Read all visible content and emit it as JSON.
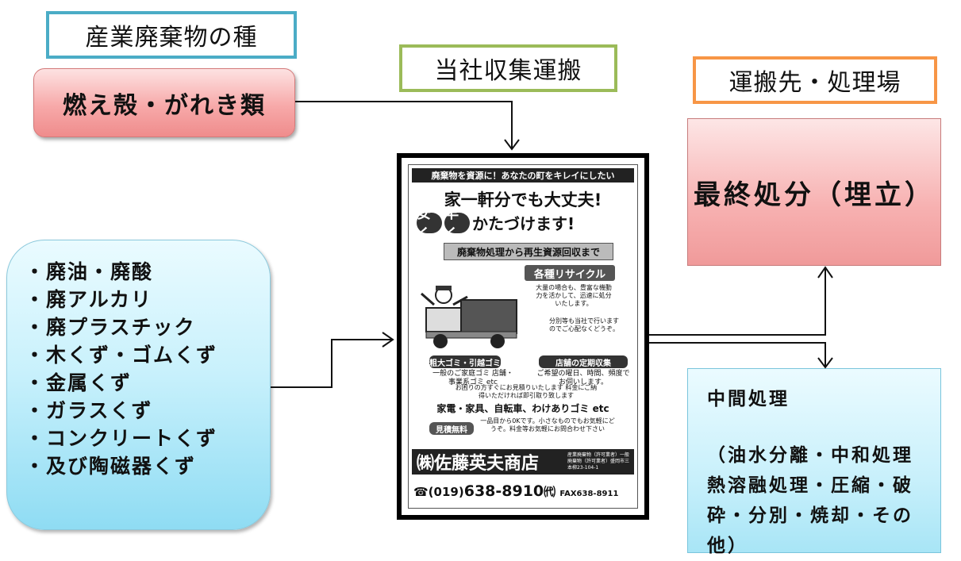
{
  "headers": {
    "waste_types": "産業廃棄物の種",
    "collection": "当社収集運搬",
    "destination": "運搬先・処理場"
  },
  "ash_box": "燃え殻・がれき類",
  "waste_list": [
    "・廃油・廃酸",
    "・廃アルカリ",
    "・廃プラスチック",
    "・木くず・ゴムくず",
    "・金属くず",
    "・ガラスくず",
    "・コンクリートくず",
    "・及び陶磁器くず"
  ],
  "final_disposal": "最終処分（埋立）",
  "intermediate": {
    "title": "中間処理",
    "detail_lines": [
      "（油水分離・中和処理",
      "熱溶融処理・圧縮・破",
      "砕・分別・焼却・その",
      "他）"
    ]
  },
  "flyer": {
    "top_banner": "廃棄物を資源に！あなたの町をキレイにしたい",
    "headline": "家一軒分でも大丈夫!",
    "bubble_1": "安く",
    "bubble_2": "早く",
    "headline_2": "かたづけます!",
    "band": "廃棄物処理から再生資源回収まで",
    "recycle": "各種リサイクル",
    "note_1": "大量の場合も、豊富な機動力を活かして、迅速に処分いたします。",
    "note_2": "分別等も当社で行いますのでご心配なくどうぞ。",
    "tag_1": "粗大ゴミ・引越ゴミ",
    "tag_2": "店舗の定期収集",
    "tag_1_text": "一般のご家庭ゴミ 店舗・事業系ゴミ etc",
    "tag_2_text": "ご希望の曜日、時間、頻度でお伺いします。",
    "middle_text": "お困りの方すぐにお見積りいたします 料金にご納得いただければ即引取り致します",
    "goods": "家電・家具、自転車、わけありゴミ etc",
    "estimate_tag": "見積無料",
    "estimate_text": "一品目から0Kです。小さなものでもお気軽にどうぞ。料金等お気軽にお問合わせ下さい",
    "company": "㈱佐藤英夫商店",
    "license": "産業廃棄物（許可業者）一般廃棄物（許可業者）盛岡市三本柳23-104-1",
    "tel_prefix": "☎(019)",
    "tel": "638-8910",
    "tel_suffix": "㈹",
    "fax": "FAX638-8911"
  }
}
